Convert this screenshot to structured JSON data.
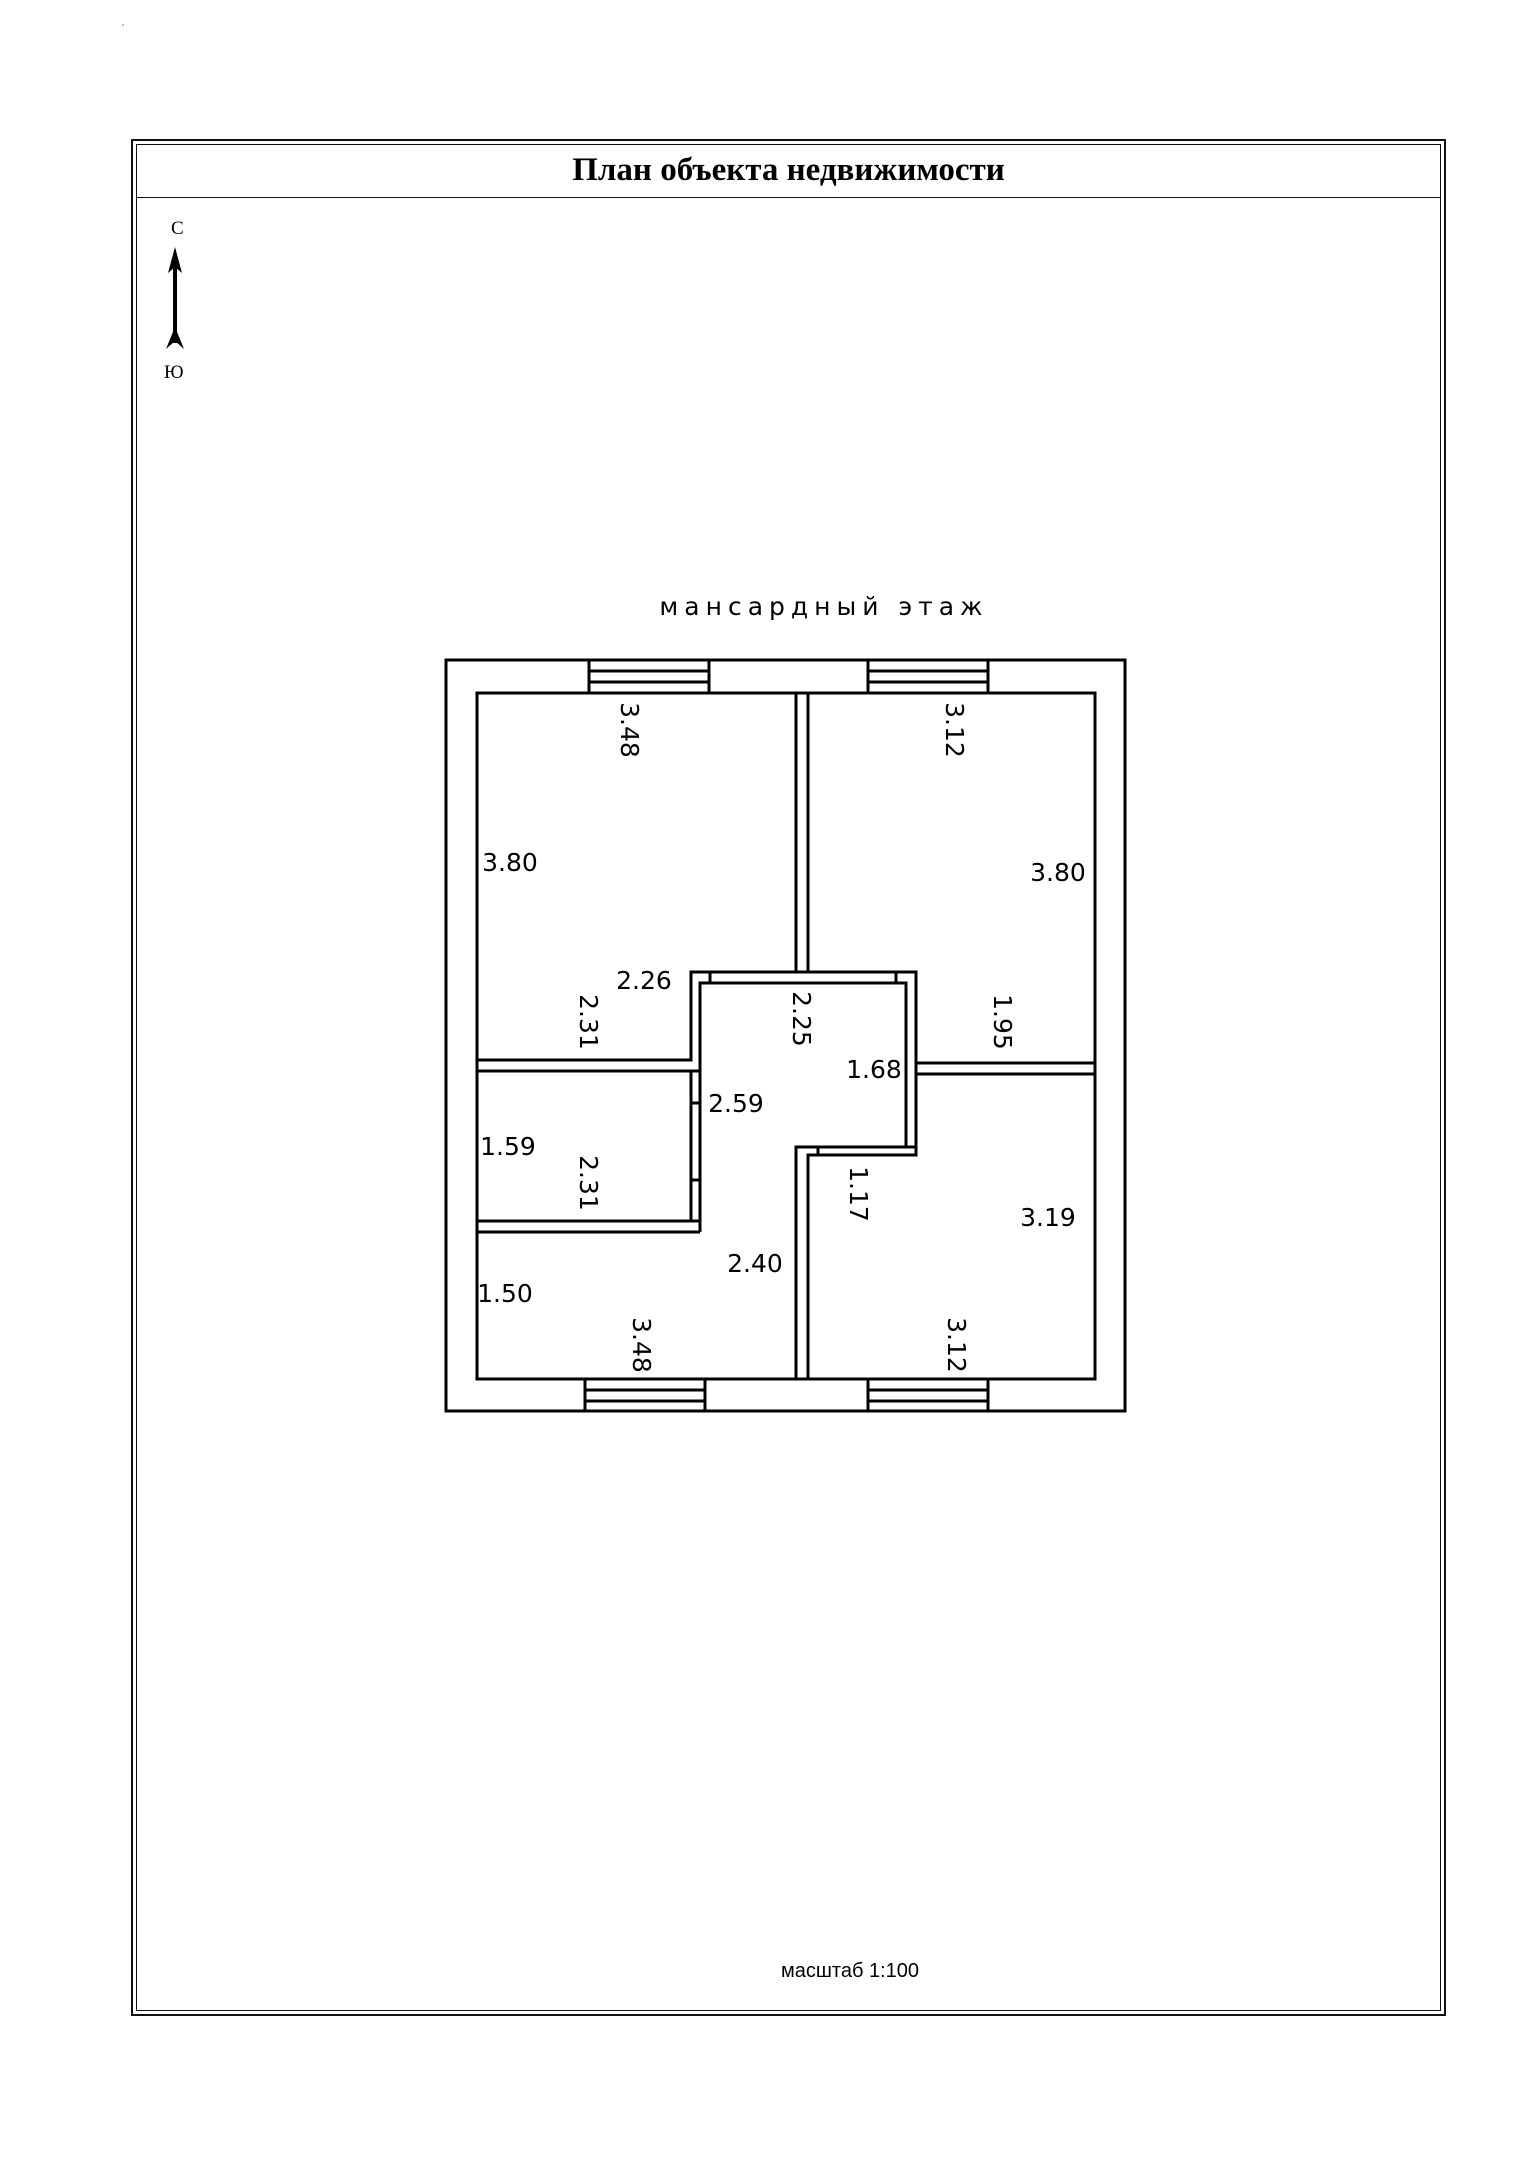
{
  "document": {
    "title": "План объекта недвижимости",
    "scale_label": "масштаб 1:100"
  },
  "compass": {
    "north": "С",
    "south": "Ю",
    "icon": "north-arrow-icon"
  },
  "plan": {
    "floor_label": "мансардный этаж",
    "dimensions": {
      "room_nw_width": "3.48",
      "room_nw_length": "3.80",
      "room_ne_width": "3.12",
      "room_ne_length": "3.80",
      "hall_top": "2.26",
      "wall_2_31_upper": "2.31",
      "hall_2_25": "2.25",
      "hall_1_68": "1.68",
      "hall_1_95": "1.95",
      "hall_2_59": "2.59",
      "small_room_1_59": "1.59",
      "wall_2_31_lower": "2.31",
      "room_se_1_17": "1.17",
      "room_se_3_19": "3.19",
      "hall_2_40": "2.40",
      "room_sw_1_50": "1.50",
      "room_sw_3_48": "3.48",
      "room_se_3_12": "3.12"
    }
  }
}
